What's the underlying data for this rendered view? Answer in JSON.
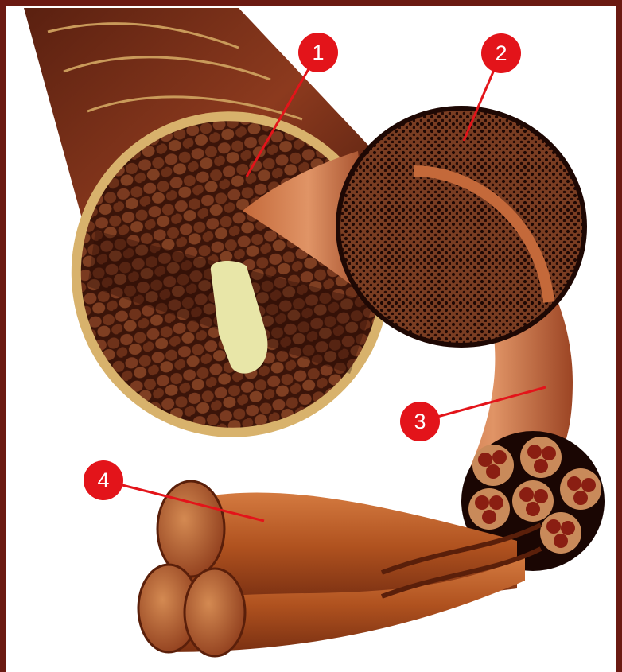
{
  "callouts": [
    {
      "number": "1",
      "color": "#e3141a"
    },
    {
      "number": "2",
      "color": "#e3141a"
    },
    {
      "number": "3",
      "color": "#e3141a"
    },
    {
      "number": "4",
      "color": "#e3141a"
    }
  ],
  "colors": {
    "border": "#6b1a12",
    "leader_line": "#e3141a",
    "fiber_dark": "#4a1b10",
    "fiber_mid": "#8c3a1e",
    "fiber_light": "#c4693a",
    "sheath": "#d8b26c",
    "core_yellow": "#e8e6a8"
  }
}
